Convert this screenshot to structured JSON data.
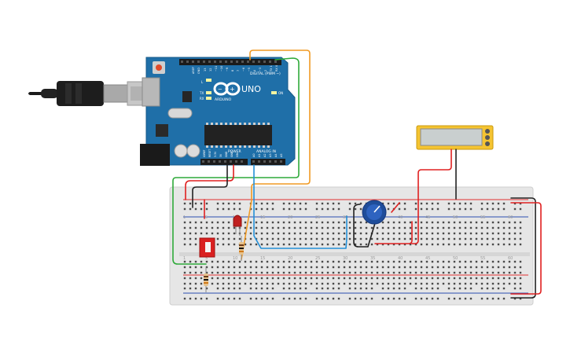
{
  "arduino": {
    "brand_logo_text": "ARDUINO",
    "model": "UNO",
    "label_digital": "DIGITAL (PWM ~)",
    "label_power": "POWER",
    "label_analog": "ANALOG IN",
    "label_aref": "AREF",
    "label_gnd": "GND",
    "label_on": "ON",
    "label_l": "L",
    "label_tx": "TX",
    "label_rx": "RX",
    "digital_pin_labels": [
      "13",
      "12",
      "~11",
      "~10",
      "~9",
      "8",
      "7",
      "~6",
      "~5",
      "4",
      "~3",
      "2",
      "TX 1",
      "RX 0"
    ],
    "analog_pin_labels": [
      "A0",
      "A1",
      "A2",
      "A3",
      "A4",
      "A5"
    ],
    "power_pin_labels": [
      "IOREF",
      "RESET",
      "3.3V",
      "5V",
      "GND",
      "GND",
      "VIN"
    ]
  },
  "breadboard": {
    "column_numbers": [
      "1",
      "5",
      "10",
      "15",
      "20",
      "25",
      "30",
      "35",
      "40",
      "45",
      "50",
      "55",
      "60"
    ]
  },
  "components": {
    "usb_cable": "usb-b-cable",
    "dip_switch": "slide-switch",
    "led": "red-led",
    "resistors": 2,
    "potentiometer": "rotary-potentiometer",
    "lcd_display": "lcd-16x2-module"
  },
  "colors": {
    "board_blue": "#1f6fa8",
    "wire_red": "#e02020",
    "wire_black": "#222222",
    "wire_green": "#2faa3a",
    "wire_orange": "#f09a24",
    "wire_blue": "#2390d8",
    "lcd_frame": "#f5c431"
  }
}
